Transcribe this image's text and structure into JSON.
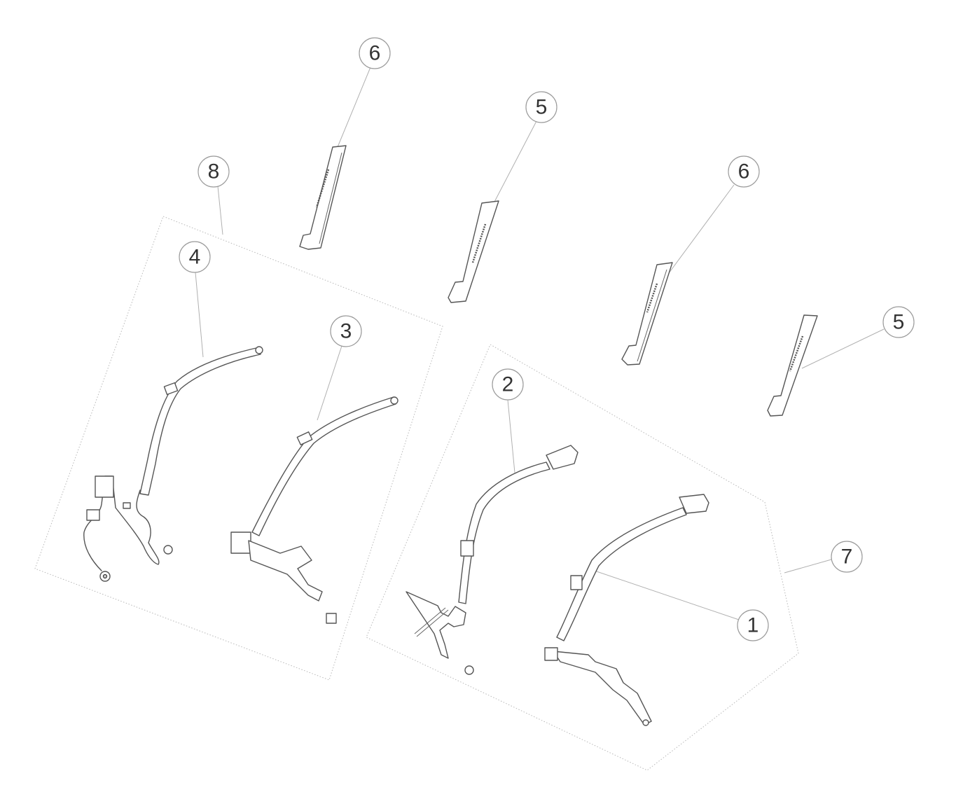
{
  "callouts": [
    {
      "id": "c6a",
      "label": "6"
    },
    {
      "id": "c5a",
      "label": "5"
    },
    {
      "id": "c8",
      "label": "8"
    },
    {
      "id": "c6b",
      "label": "6"
    },
    {
      "id": "c4",
      "label": "4"
    },
    {
      "id": "c3",
      "label": "3"
    },
    {
      "id": "c5b",
      "label": "5"
    },
    {
      "id": "c2",
      "label": "2"
    },
    {
      "id": "c7",
      "label": "7"
    },
    {
      "id": "c1",
      "label": "1"
    }
  ]
}
